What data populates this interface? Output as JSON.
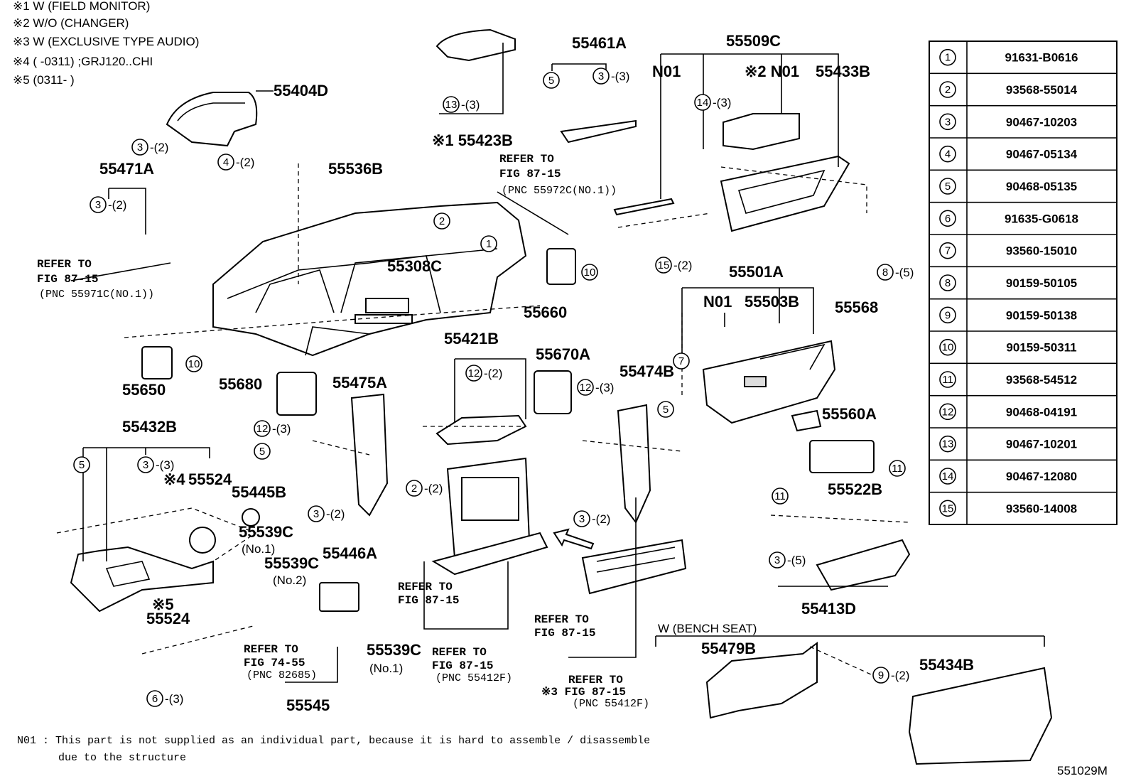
{
  "notes": [
    "※1 W (FIELD MONITOR)",
    "※2 W/O (CHANGER)",
    "※3 W (EXCLUSIVE TYPE AUDIO)",
    "※4 (      -0311) ;GRJ120..CHI",
    "※5 (0311-      )"
  ],
  "part_labels": {
    "p55404D": "55404D",
    "p55471A": "55471A",
    "p55536B": "55536B",
    "p55423B": "※1 55423B",
    "p55461A": "55461A",
    "p55509C": "55509C",
    "p55433B": "55433B",
    "n01a": "N01",
    "n01b": "※2 N01",
    "p55308C": "55308C",
    "p55660": "55660",
    "p55501A": "55501A",
    "n01c": "N01",
    "p55503B": "55503B",
    "p55568": "55568",
    "p55650": "55650",
    "p55680": "55680",
    "p55475A": "55475A",
    "p55421B": "55421B",
    "p55670A": "55670A",
    "p55474B": "55474B",
    "p55560A": "55560A",
    "p55432B": "55432B",
    "p55524a": "55524",
    "p55445B": "55445B",
    "p55539C1": "55539C",
    "p55539C1n": "(No.1)",
    "p55539C2": "55539C",
    "p55539C2n": "(No.2)",
    "p55446A": "55446A",
    "p55524b_mark": "※5",
    "p55524b": "55524",
    "p55539C3": "55539C",
    "p55539C3n": "(No.1)",
    "p55545": "55545",
    "p55522B": "55522B",
    "p55413D": "55413D",
    "m4": "※4",
    "bench": "W (BENCH SEAT)",
    "p55479B": "55479B",
    "p55434B": "55434B"
  },
  "refs": {
    "r1": [
      "REFER TO",
      "FIG 87-15",
      "(PNC 55972C(NO.1))"
    ],
    "r2": [
      "REFER TO",
      "FIG 87-15",
      "(PNC 55971C(NO.1))"
    ],
    "r3": [
      "REFER TO",
      "FIG 87-15"
    ],
    "r4": [
      "REFER TO",
      "FIG 87-15",
      "(PNC 55412F)"
    ],
    "r5": [
      "REFER TO",
      "FIG 74-55",
      "(PNC 82685)"
    ],
    "r6": [
      "REFER TO",
      "FIG 87-15"
    ],
    "r7": [
      "REFER TO",
      "※3 FIG 87-15",
      "(PNC 55412F)"
    ]
  },
  "callouts": [
    {
      "n": "3",
      "q": "-(2)"
    },
    {
      "n": "4",
      "q": "-(2)"
    },
    {
      "n": "3",
      "q": "-(2)"
    },
    {
      "n": "13",
      "q": "-(3)"
    },
    {
      "n": "5",
      "q": ""
    },
    {
      "n": "3",
      "q": "-(3)"
    },
    {
      "n": "14",
      "q": "-(3)"
    },
    {
      "n": "2",
      "q": ""
    },
    {
      "n": "1",
      "q": ""
    },
    {
      "n": "10",
      "q": ""
    },
    {
      "n": "15",
      "q": "-(2)"
    },
    {
      "n": "8",
      "q": "-(5)"
    },
    {
      "n": "10",
      "q": ""
    },
    {
      "n": "12",
      "q": "-(2)"
    },
    {
      "n": "12",
      "q": "-(3)"
    },
    {
      "n": "7",
      "q": ""
    },
    {
      "n": "5",
      "q": ""
    },
    {
      "n": "12",
      "q": "-(3)"
    },
    {
      "n": "5",
      "q": ""
    },
    {
      "n": "3",
      "q": "-(2)"
    },
    {
      "n": "2",
      "q": "-(2)"
    },
    {
      "n": "3",
      "q": "-(2)"
    },
    {
      "n": "5",
      "q": ""
    },
    {
      "n": "3",
      "q": "-(3)"
    },
    {
      "n": "11",
      "q": ""
    },
    {
      "n": "11",
      "q": ""
    },
    {
      "n": "3",
      "q": "-(5)"
    },
    {
      "n": "6",
      "q": "-(3)"
    },
    {
      "n": "9",
      "q": "-(2)"
    }
  ],
  "parts_table": [
    {
      "idx": "1",
      "part": "91631-B0616"
    },
    {
      "idx": "2",
      "part": "93568-55014"
    },
    {
      "idx": "3",
      "part": "90467-10203"
    },
    {
      "idx": "4",
      "part": "90467-05134"
    },
    {
      "idx": "5",
      "part": "90468-05135"
    },
    {
      "idx": "6",
      "part": "91635-G0618"
    },
    {
      "idx": "7",
      "part": "93560-15010"
    },
    {
      "idx": "8",
      "part": "90159-50105"
    },
    {
      "idx": "9",
      "part": "90159-50138"
    },
    {
      "idx": "10",
      "part": "90159-50311"
    },
    {
      "idx": "11",
      "part": "93568-54512"
    },
    {
      "idx": "12",
      "part": "90468-04191"
    },
    {
      "idx": "13",
      "part": "90467-10201"
    },
    {
      "idx": "14",
      "part": "90467-12080"
    },
    {
      "idx": "15",
      "part": "93560-14008"
    }
  ],
  "footer": {
    "note_line1": "N01 : This part is not supplied as an individual part, because it is hard to assemble / disassemble",
    "note_line2": "due to the structure",
    "code": "551029M"
  }
}
